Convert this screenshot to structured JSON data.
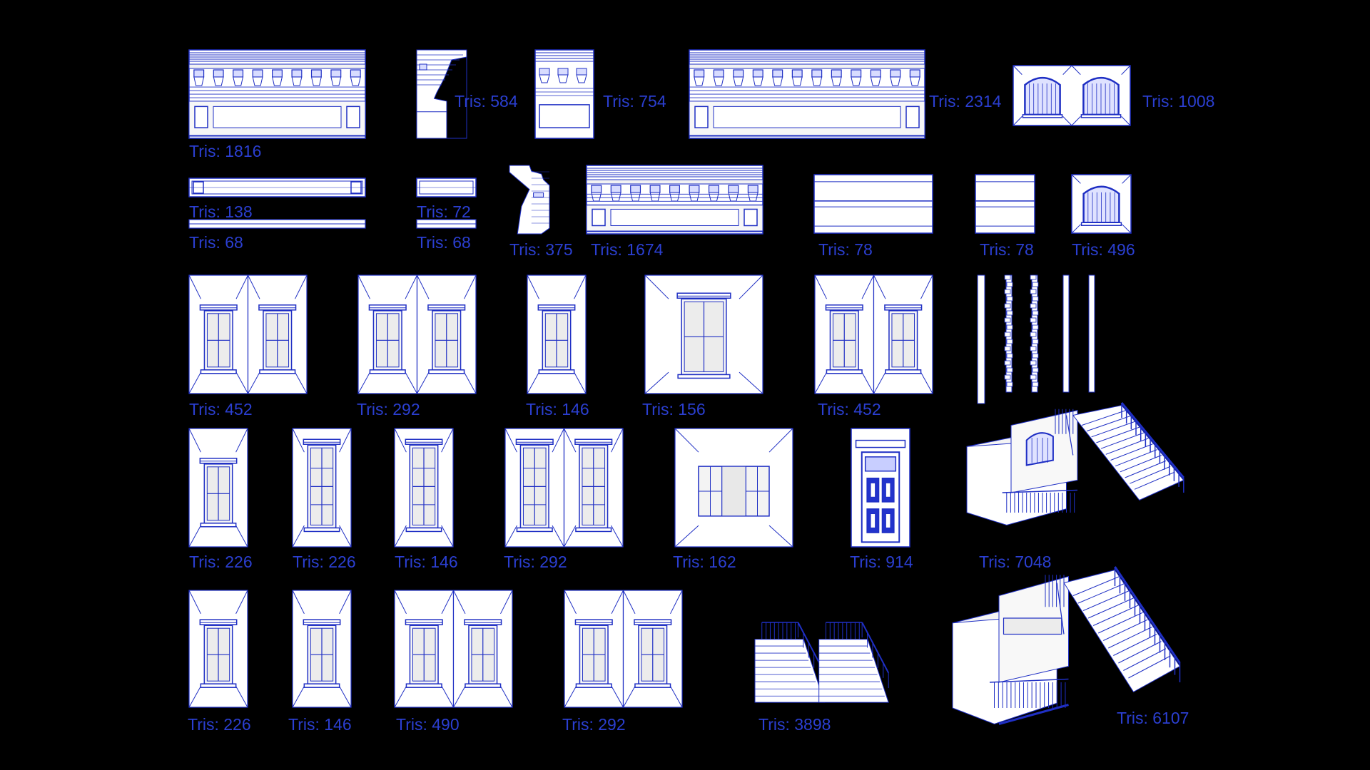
{
  "sheet": {
    "background": "#000000",
    "caption_color": "#2b3fd1",
    "wire_color": "#1f2fc4",
    "mesh_color": "#ffffff"
  },
  "assets": [
    {
      "name": "cornice-dentil-long",
      "caption": "Tris: 1816",
      "kind": "cornice"
    },
    {
      "name": "bracket-profile",
      "caption": "Tris: 584",
      "kind": "bracket"
    },
    {
      "name": "cornice-panel-short",
      "caption": "Tris: 754",
      "kind": "panel-cornice"
    },
    {
      "name": "cornice-dentil-xlong",
      "caption": "Tris: 2314",
      "kind": "cornice"
    },
    {
      "name": "arched-window-pair",
      "caption": "Tris: 1008",
      "kind": "arched-pair"
    },
    {
      "name": "frieze-panel",
      "caption": "Tris: 138",
      "kind": "frieze"
    },
    {
      "name": "frieze-small",
      "caption": "Tris: 72",
      "kind": "frieze"
    },
    {
      "name": "trim-strip-a",
      "caption": "Tris: 68",
      "kind": "strip"
    },
    {
      "name": "trim-strip-b",
      "caption": "Tris: 68",
      "kind": "strip"
    },
    {
      "name": "corner-profile",
      "caption": "Tris: 375",
      "kind": "profile"
    },
    {
      "name": "dentil-band",
      "caption": "Tris: 1674",
      "kind": "dentil-band"
    },
    {
      "name": "string-course-wide",
      "caption": "Tris: 78",
      "kind": "course"
    },
    {
      "name": "string-course-narrow",
      "caption": "Tris: 78",
      "kind": "course"
    },
    {
      "name": "arched-window-single",
      "caption": "Tris: 496",
      "kind": "arched-single"
    },
    {
      "name": "window-pair-a",
      "caption": "Tris: 452",
      "kind": "window"
    },
    {
      "name": "window-pair-b",
      "caption": "Tris: 292",
      "kind": "window"
    },
    {
      "name": "window-single-a",
      "caption": "Tris: 146",
      "kind": "window"
    },
    {
      "name": "window-single-large",
      "caption": "Tris: 156",
      "kind": "window"
    },
    {
      "name": "window-pair-c",
      "caption": "Tris: 452",
      "kind": "window"
    },
    {
      "name": "window-single-b",
      "caption": "Tris: 226",
      "kind": "window"
    },
    {
      "name": "window-tall-a",
      "caption": "Tris: 226",
      "kind": "window"
    },
    {
      "name": "window-tall-b",
      "caption": "Tris: 146",
      "kind": "window"
    },
    {
      "name": "window-tall-pair",
      "caption": "Tris: 292",
      "kind": "window"
    },
    {
      "name": "window-shuttered",
      "caption": "Tris: 162",
      "kind": "window"
    },
    {
      "name": "entry-door",
      "caption": "Tris: 914",
      "kind": "door"
    },
    {
      "name": "stoop-assembly-large",
      "caption": "Tris: 7048",
      "kind": "stoop"
    },
    {
      "name": "window-short-a",
      "caption": "Tris: 226",
      "kind": "window"
    },
    {
      "name": "window-short-b",
      "caption": "Tris: 146",
      "kind": "window"
    },
    {
      "name": "window-short-pair-a",
      "caption": "Tris: 490",
      "kind": "window"
    },
    {
      "name": "window-short-pair-b",
      "caption": "Tris: 292",
      "kind": "window"
    },
    {
      "name": "stair-railing-pair",
      "caption": "Tris: 3898",
      "kind": "stairs"
    },
    {
      "name": "stoop-assembly-medium",
      "caption": "Tris: 6107",
      "kind": "stoop"
    }
  ]
}
